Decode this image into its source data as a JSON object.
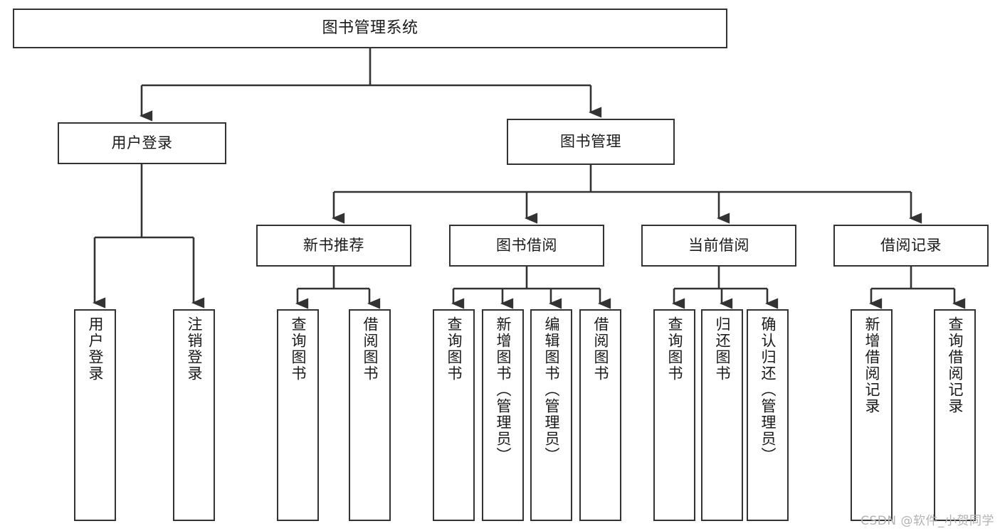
{
  "diagram": {
    "title": "图书管理系统",
    "type": "tree-hierarchy-chart",
    "colors": {
      "stroke": "#333333",
      "fill": "#ffffff",
      "text": "#1a1a1a",
      "watermark": "#b3b3b3"
    },
    "watermark": "CSDN @软件_小贺同学",
    "levels": {
      "root": "图书管理系统",
      "level2": [
        "用户登录",
        "图书管理"
      ],
      "level3": [
        "新书推荐",
        "图书借阅",
        "当前借阅",
        "借阅记录"
      ]
    }
  },
  "nodes": {
    "root": {
      "label": "图书管理系统"
    },
    "user_login": {
      "label": "用户登录"
    },
    "book_manage": {
      "label": "图书管理"
    },
    "new_book_rec": {
      "label": "新书推荐"
    },
    "book_borrow": {
      "label": "图书借阅"
    },
    "current_borrow": {
      "label": "当前借阅"
    },
    "borrow_record": {
      "label": "借阅记录"
    },
    "leaf_user_login": {
      "label": "用户登录"
    },
    "leaf_logout": {
      "label": "注销登录"
    },
    "leaf_query_book_1": {
      "label": "查询图书"
    },
    "leaf_borrow_book_1": {
      "label": "借阅图书"
    },
    "leaf_query_book_2": {
      "label": "查询图书"
    },
    "leaf_add_book": {
      "label": "新增图书（管理员）"
    },
    "leaf_edit_book": {
      "label": "编辑图书（管理员）"
    },
    "leaf_borrow_book_2": {
      "label": "借阅图书"
    },
    "leaf_query_book_3": {
      "label": "查询图书"
    },
    "leaf_return_book": {
      "label": "归还图书"
    },
    "leaf_confirm_return": {
      "label": "确认归还（管理员）"
    },
    "leaf_add_record": {
      "label": "新增借阅记录"
    },
    "leaf_query_record": {
      "label": "查询借阅记录"
    }
  }
}
